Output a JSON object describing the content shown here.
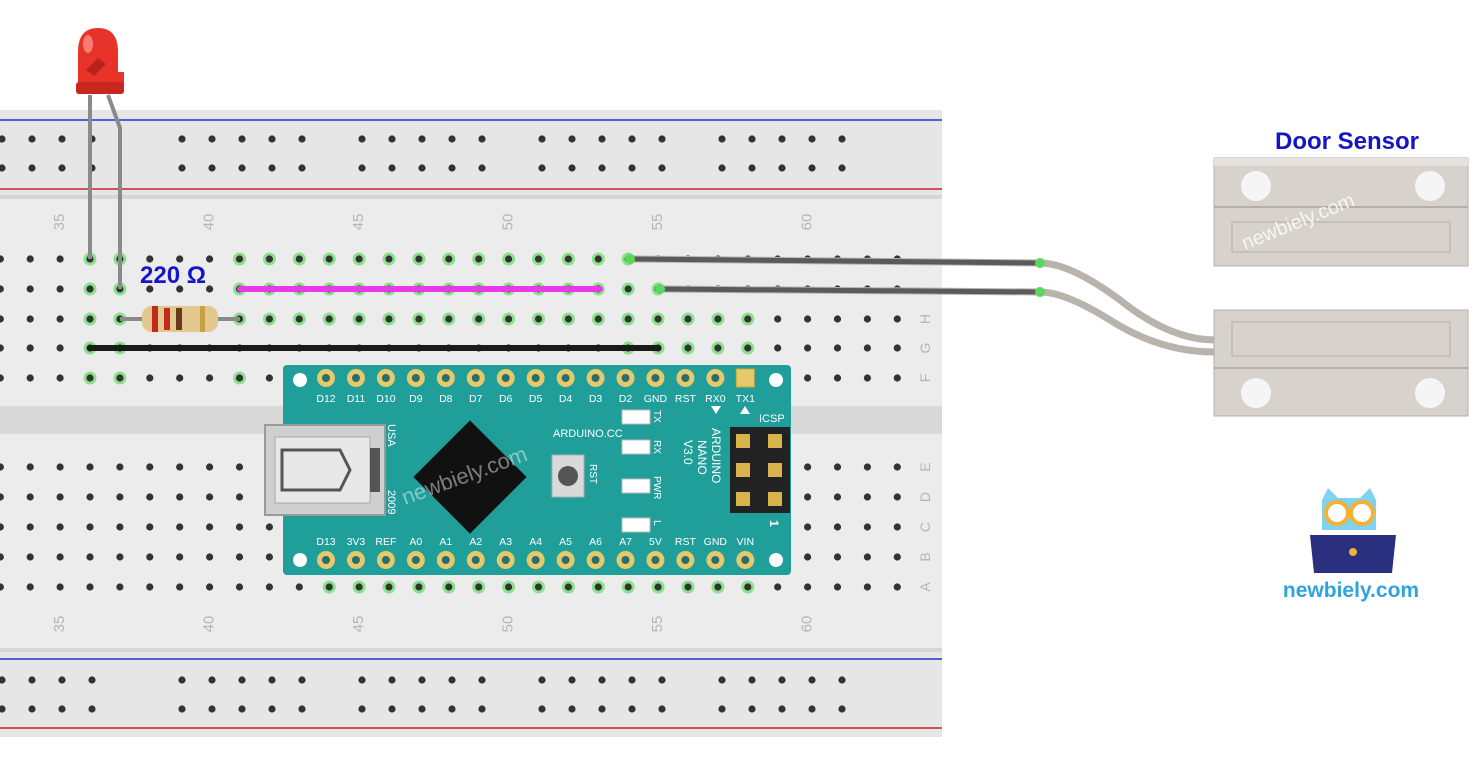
{
  "breadboard": {
    "column_labels": [
      "35",
      "40",
      "45",
      "50",
      "55",
      "60"
    ],
    "row_labels_top": [
      "H",
      "G",
      "F"
    ],
    "row_labels_bottom": [
      "E",
      "D",
      "C",
      "B",
      "A"
    ]
  },
  "resistor": {
    "label": "220 Ω"
  },
  "door_sensor": {
    "title": "Door Sensor",
    "watermark": "newbiely.com"
  },
  "arduino": {
    "top_pins": [
      "D12",
      "D11",
      "D10",
      "D9",
      "D8",
      "D7",
      "D6",
      "D5",
      "D4",
      "D3",
      "D2",
      "GND",
      "RST",
      "RX0",
      "TX1"
    ],
    "bottom_pins": [
      "D13",
      "3V3",
      "REF",
      "A0",
      "A1",
      "A2",
      "A3",
      "A4",
      "A5",
      "A6",
      "A7",
      "5V",
      "RST",
      "GND",
      "VIN"
    ],
    "brand": "ARDUINO.CC",
    "model_lines": [
      "ARDUINO",
      "NANO",
      "V3.0"
    ],
    "usa": "USA",
    "year": "2009",
    "rst_button": "RST",
    "leds": [
      "TX",
      "RX",
      "PWR",
      "L"
    ],
    "icsp": "ICSP",
    "icsp_pin1": "1",
    "watermark": "newbiely.com"
  },
  "logo": {
    "text": "newbiely.com"
  },
  "colors": {
    "breadboard": "#e8e8e8",
    "blue_rail": "#2233cc",
    "red_rail": "#cc2222",
    "board": "#1f9e9a",
    "wire_magenta": "#e63ae6",
    "wire_black": "#1a1a1a",
    "wire_gray": "#666666",
    "label_blue": "#1515c8",
    "logo_blue": "#2fa3db"
  }
}
